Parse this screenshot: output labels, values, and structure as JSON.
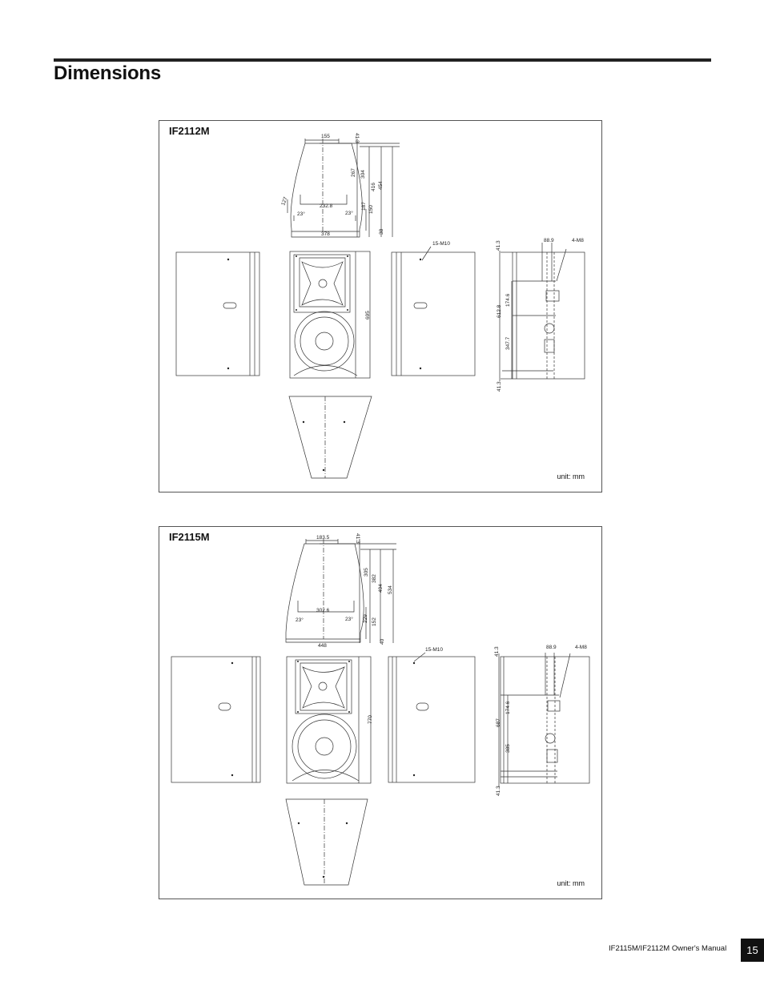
{
  "page": {
    "title": "Dimensions",
    "footer_text": "IF2115M/IF2112M Owner's Manual",
    "page_number": "15"
  },
  "figures": [
    {
      "model": "IF2112M",
      "unit": "unit: mm",
      "top_view": {
        "d_155": "155",
        "d_41_3": "41.3",
        "d_267": "267",
        "d_304": "304",
        "d_416": "416",
        "d_454": "454",
        "d_187": "187",
        "d_150": "150",
        "d_38": "38",
        "d_232_8": "232.8",
        "d_127": "127",
        "d_378": "378",
        "angle_left": "23°",
        "angle_right": "23°"
      },
      "front_view": {
        "height": "695"
      },
      "side_view": {
        "thread": "15-M10"
      },
      "rear_view": {
        "d_41_3_top": "41.3",
        "d_88_9": "88.9",
        "thread": "4-M8",
        "d_174_6": "174.6",
        "d_612_8": "612.8",
        "d_347_7": "347.7",
        "d_41_3_bottom": "41.3"
      }
    },
    {
      "model": "IF2115M",
      "unit": "unit: mm",
      "top_view": {
        "d_183_5": "183.5",
        "d_41_3": "41.3",
        "d_305": "305",
        "d_382": "382",
        "d_494": "494",
        "d_534": "534",
        "d_229": "229",
        "d_152": "152",
        "d_40": "40",
        "d_302_6": "302.6",
        "d_448": "448",
        "angle_left": "23°",
        "angle_right": "23°"
      },
      "front_view": {
        "height": "770"
      },
      "side_view": {
        "thread": "15-M10"
      },
      "rear_view": {
        "d_41_3_top": "41.3",
        "d_88_9": "88.9",
        "thread": "4-M8",
        "d_174_6": "174.6",
        "d_687": "687",
        "d_385": "385",
        "d_41_3_bottom": "41.3"
      }
    }
  ]
}
